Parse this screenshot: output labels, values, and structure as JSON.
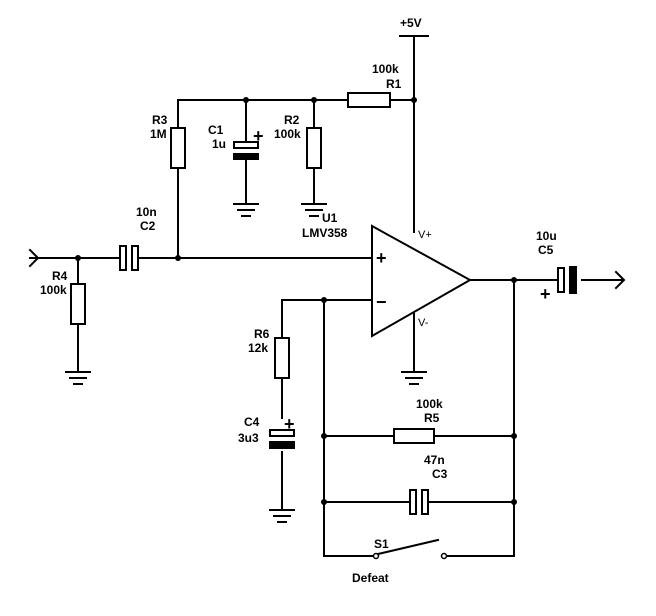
{
  "power": {
    "supply": "+5V"
  },
  "opamp": {
    "ref": "U1",
    "part": "LMV358",
    "non_inverting": "+",
    "inverting": "−",
    "vplus": "V+",
    "vminus": "V-"
  },
  "components": {
    "R1": {
      "ref": "R1",
      "value": "100k"
    },
    "R2": {
      "ref": "R2",
      "value": "100k"
    },
    "R3": {
      "ref": "R3",
      "value": "1M"
    },
    "R4": {
      "ref": "R4",
      "value": "100k"
    },
    "R5": {
      "ref": "R5",
      "value": "100k"
    },
    "R6": {
      "ref": "R6",
      "value": "12k"
    },
    "C1": {
      "ref": "C1",
      "value": "1u"
    },
    "C2": {
      "ref": "C2",
      "value": "10n"
    },
    "C3": {
      "ref": "C3",
      "value": "47n"
    },
    "C4": {
      "ref": "C4",
      "value": "3u3"
    },
    "C5": {
      "ref": "C5",
      "value": "10u"
    },
    "S1": {
      "ref": "S1",
      "label": "Defeat"
    }
  },
  "polarity": {
    "plus": "+"
  }
}
